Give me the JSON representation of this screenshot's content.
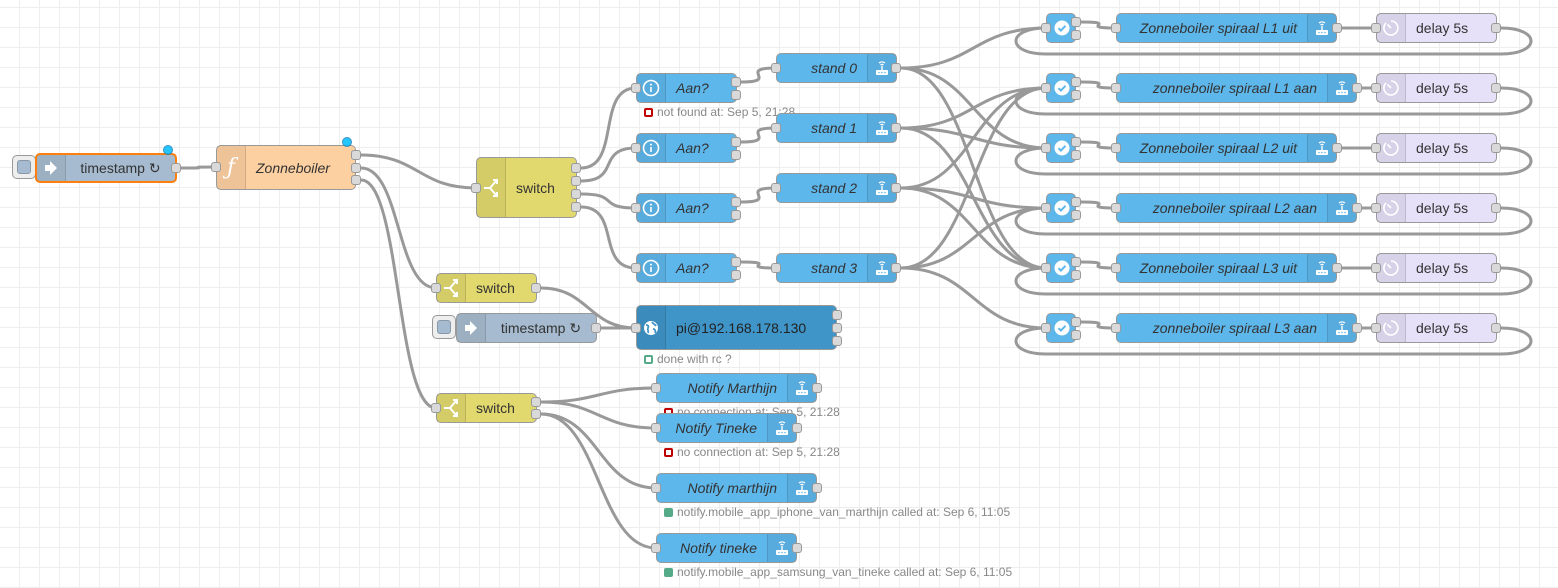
{
  "canvas": {
    "background": "#ffffff",
    "grid_color": "#eeeeee",
    "wire_color": "#999999"
  },
  "colors": {
    "inject": "#a6bbcf",
    "function": "#fdd0a2",
    "switch": "#e2d96e",
    "home_assistant": "#5eb7eb",
    "delay": "#e6e0f8",
    "ssh": "#3f94c8",
    "selected_border": "#ff7f0e",
    "changed_dot": "#00bcff",
    "status_error": "#c00000",
    "status_ok": "#55aa88"
  },
  "nodes": {
    "inject_main": {
      "label": "timestamp ↻",
      "icon": "arrow-right-icon",
      "type": "inject"
    },
    "function_zonneboiler": {
      "label": "Zonneboiler",
      "icon": "function-icon",
      "type": "function"
    },
    "switch_main": {
      "label": "switch",
      "icon": "switch-icon",
      "type": "switch"
    },
    "aan_0": {
      "label": "Aan?",
      "icon": "info-icon",
      "type": "current-state",
      "status": "not found at: Sep 5, 21:28",
      "status_type": "error"
    },
    "aan_1": {
      "label": "Aan?",
      "icon": "info-icon",
      "type": "current-state"
    },
    "aan_2": {
      "label": "Aan?",
      "icon": "info-icon",
      "type": "current-state"
    },
    "aan_3": {
      "label": "Aan?",
      "icon": "info-icon",
      "type": "current-state"
    },
    "stand_0": {
      "label": "stand 0",
      "icon": "router-icon",
      "type": "call-service"
    },
    "stand_1": {
      "label": "stand 1",
      "icon": "router-icon",
      "type": "call-service"
    },
    "stand_2": {
      "label": "stand 2",
      "icon": "router-icon",
      "type": "call-service"
    },
    "stand_3": {
      "label": "stand 3",
      "icon": "router-icon",
      "type": "call-service"
    },
    "switch_ssh": {
      "label": "switch",
      "icon": "switch-icon",
      "type": "switch"
    },
    "inject_ssh": {
      "label": "timestamp ↻",
      "icon": "arrow-right-icon",
      "type": "inject"
    },
    "ssh": {
      "label": "pi@192.168.178.130",
      "icon": "globe-icon",
      "type": "ssh",
      "status": "done with rc ?",
      "status_type": "ok-ring"
    },
    "switch_notify": {
      "label": "switch",
      "icon": "switch-icon",
      "type": "switch"
    },
    "notify_marthijn_1": {
      "label": "Notify Marthijn",
      "icon": "router-icon",
      "status": "no connection at: Sep 5, 21:28",
      "status_type": "error"
    },
    "notify_tineke_1": {
      "label": "Notify Tineke",
      "icon": "router-icon",
      "status": "no connection at: Sep 5, 21:28",
      "status_type": "error"
    },
    "notify_marthijn_2": {
      "label": "Notify marthijn",
      "icon": "router-icon",
      "status": "notify.mobile_app_iphone_van_marthijn called at: Sep 6, 11:05",
      "status_type": "ok"
    },
    "notify_tineke_2": {
      "label": "Notify tineke",
      "icon": "router-icon",
      "status": "notify.mobile_app_samsung_van_tineke called at: Sep 6, 11:05",
      "status_type": "ok"
    }
  },
  "spiraal_rows": [
    {
      "service": "Zonneboiler spiraal L1 uit",
      "delay": "delay 5s"
    },
    {
      "service": "zonneboiler spiraal L1 aan",
      "delay": "delay 5s"
    },
    {
      "service": "Zonneboiler spiraal L2 uit",
      "delay": "delay 5s"
    },
    {
      "service": "zonneboiler spiraal L2 aan",
      "delay": "delay 5s"
    },
    {
      "service": "Zonneboiler spiraal L3 uit",
      "delay": "delay 5s"
    },
    {
      "service": "zonneboiler spiraal L3 aan",
      "delay": "delay 5s"
    }
  ]
}
